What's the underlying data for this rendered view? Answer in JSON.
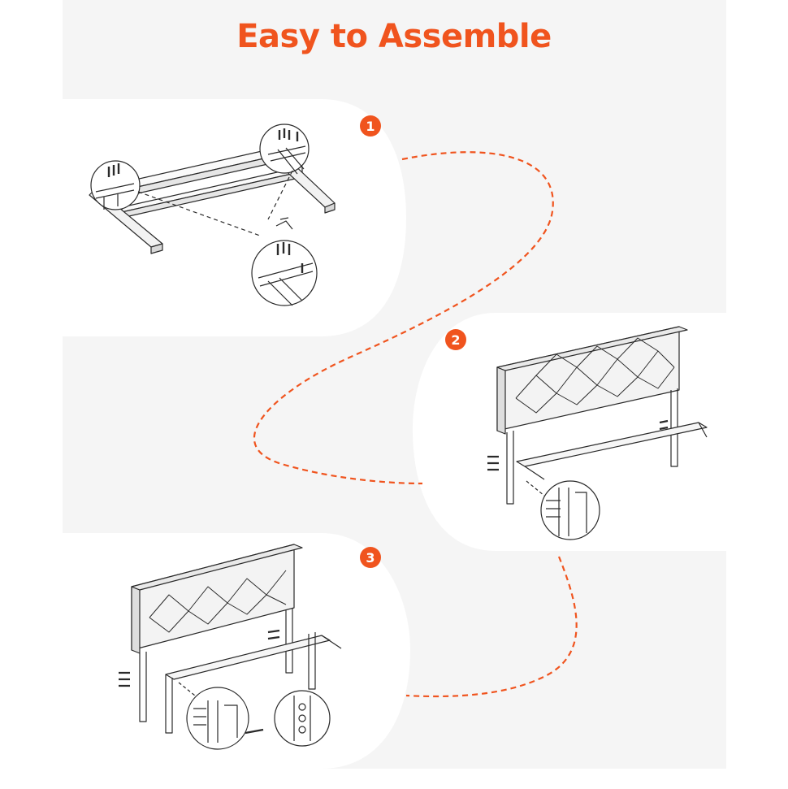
{
  "title": "Easy to Assemble",
  "colors": {
    "accent": "#f0541e",
    "panel": "#f5f5f5",
    "line": "#2a2a2a"
  },
  "steps": [
    {
      "number": "1"
    },
    {
      "number": "2"
    },
    {
      "number": "3"
    }
  ]
}
